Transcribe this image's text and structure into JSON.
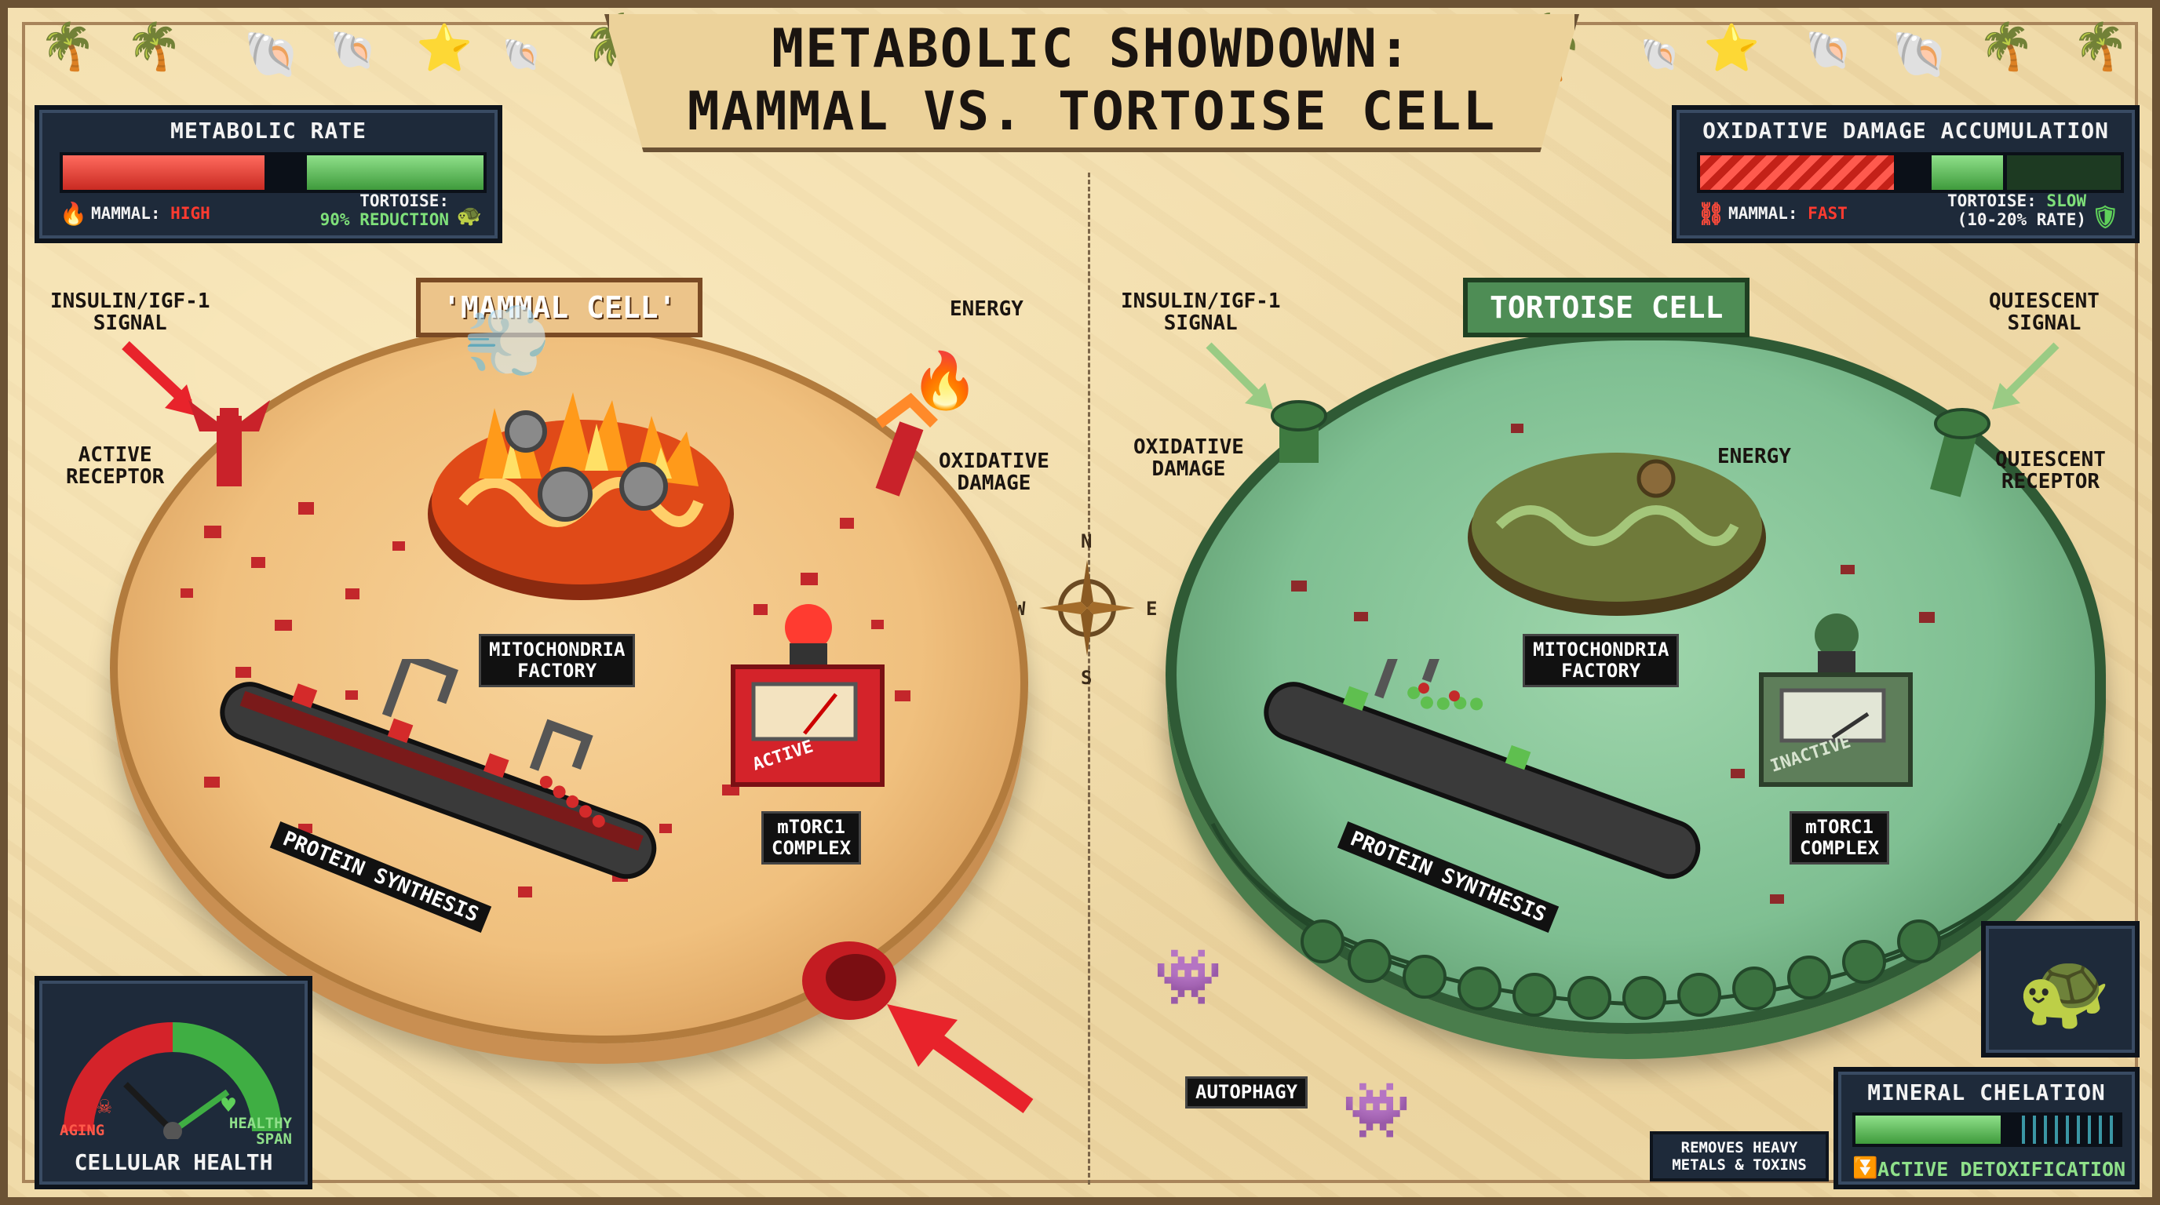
{
  "title": {
    "line1": "METABOLIC SHOWDOWN:",
    "line2": "MAMMAL VS. TORTOISE CELL"
  },
  "metabolic_rate_panel": {
    "title": "METABOLIC RATE",
    "mammal_prefix": "MAMMAL:",
    "mammal_value": "HIGH",
    "tortoise_line1": "TORTOISE:",
    "tortoise_line2": "90% REDUCTION",
    "mammal_level": 0.48,
    "tortoise_level": 0.42,
    "colors": {
      "mammal": "#e23b32",
      "tortoise": "#4dbb4a"
    }
  },
  "oxidative_panel": {
    "title": "OXIDATIVE DAMAGE ACCUMULATION",
    "mammal_prefix": "MAMMAL:",
    "mammal_value": "FAST",
    "tortoise_line1_prefix": "TORTOISE:",
    "tortoise_line1_value": "SLOW",
    "tortoise_line2": "(10-20% RATE)",
    "mammal_level": 0.46,
    "tortoise_level": 0.17
  },
  "mammal_cell": {
    "badge": "'MAMMAL CELL'",
    "insulin_signal": "INSULIN/IGF-1\nSIGNAL",
    "active_receptor": "ACTIVE\nRECEPTOR",
    "energy": "ENERGY",
    "oxidative_damage": "OXIDATIVE\nDAMAGE",
    "mitochondria": "MITOCHONDRIA\nFACTORY",
    "mtorc1": "mTORC1\nCOMPLEX",
    "mtorc1_state": "ACTIVE",
    "protein_synthesis": "PROTEIN SYNTHESIS"
  },
  "tortoise_cell": {
    "badge": "TORTOISE CELL",
    "insulin_signal": "INSULIN/IGF-1\nSIGNAL",
    "oxidative_damage": "OXIDATIVE\nDAMAGE",
    "energy": "ENERGY",
    "quiescent_signal": "QUIESCENT\nSIGNAL",
    "quiescent_receptor": "QUIESCENT\nRECEPTOR",
    "mitochondria": "MITOCHONDRIA\nFACTORY",
    "mtorc1": "mTORC1\nCOMPLEX",
    "mtorc1_state": "INACTIVE",
    "protein_synthesis": "PROTEIN SYNTHESIS",
    "autophagy": "AUTOPHAGY"
  },
  "compass": {
    "n": "N",
    "s": "S",
    "e": "E",
    "w": "W"
  },
  "cellular_health_panel": {
    "title": "CELLULAR HEALTH",
    "aging_label": "AGING",
    "healthy_label": "HEALTHY\nSPAN"
  },
  "mineral_panel": {
    "title": "MINERAL CHELATION",
    "status": "ACTIVE DETOXIFICATION",
    "level": 0.55,
    "chip_text": "REMOVES HEAVY\nMETALS & TOXINS"
  }
}
